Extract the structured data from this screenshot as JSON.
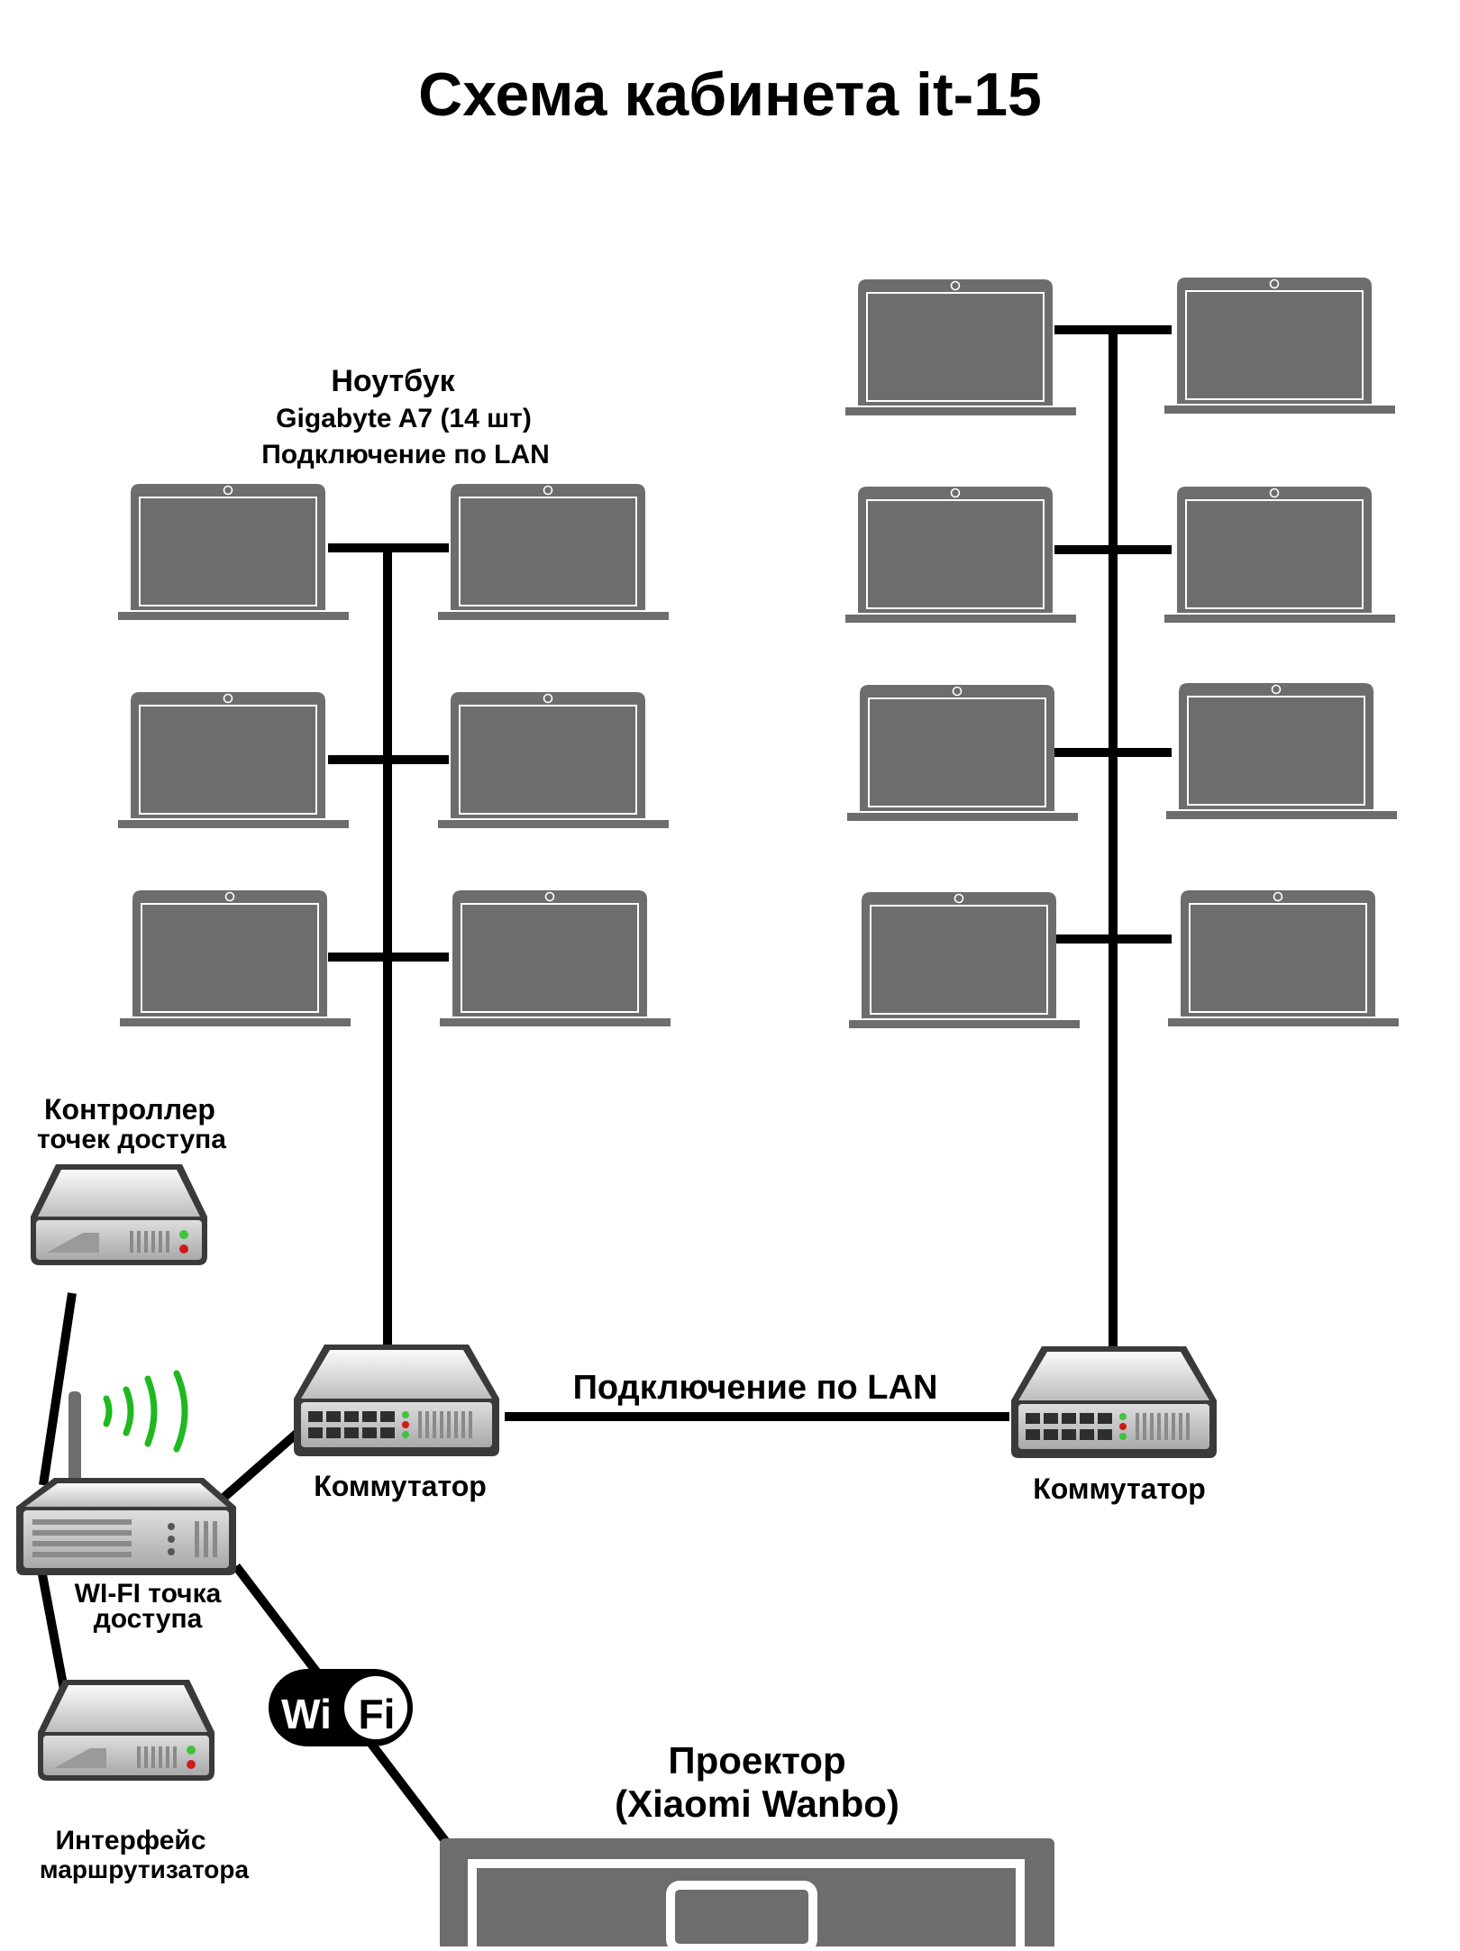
{
  "title": "Схема кабинета it-15",
  "laptop_group_label": {
    "line1": "Ноутбук",
    "line2": "Gigabyte A7 (14 шт)",
    "line3": "Подключение по LAN"
  },
  "lan_link_label": "Подключение по LAN",
  "switch_left_label": "Коммутатор",
  "switch_right_label": "Коммутатор",
  "controller_label": {
    "line1": "Контроллер",
    "line2": "точек доступа"
  },
  "access_point_label": {
    "line1": "WI-FI точка",
    "line2": "доступа"
  },
  "router_label": {
    "line1": "Интерфейс",
    "line2": "маршрутизатора"
  },
  "wifi_badge": {
    "left": "Wi",
    "right": "Fi"
  },
  "projector_label": {
    "line1": "Проектор",
    "line2": "(Xiaomi Wanbo)"
  },
  "laptop_count": 14,
  "colors": {
    "laptop_gray": "#6d6d6d",
    "cable": "#000000",
    "signal_green": "#1fb81f",
    "device_light": "#d7d7d7",
    "led_green": "#3ec43e",
    "led_red": "#d01a1a"
  },
  "icons": [
    "laptop-icon",
    "switch-icon",
    "server-icon",
    "router-icon",
    "wifi-signal-icon",
    "wifi-logo-icon",
    "projector-icon"
  ]
}
